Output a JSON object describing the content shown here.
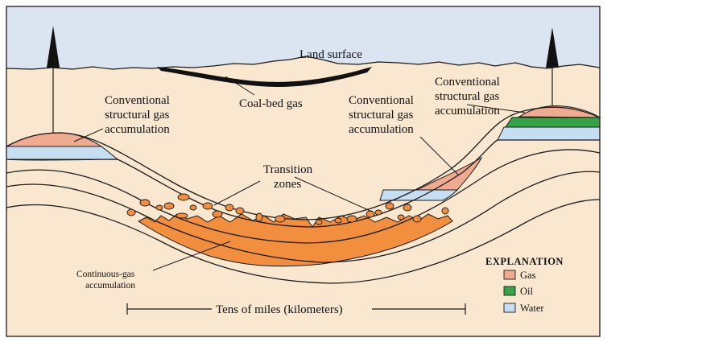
{
  "colors": {
    "sky": "#dbe5f2",
    "ground": "#fae7cf",
    "gas": "#efab8f",
    "oil": "#35a447",
    "water": "#c6def1",
    "continuous_gas": "#f28f3f",
    "coal": "#111111",
    "outline": "#1a1a1a"
  },
  "labels": {
    "land_surface": "Land surface",
    "coal_bed_gas": "Coal-bed gas",
    "conv_left": [
      "Conventional",
      "structural gas",
      "accumulation"
    ],
    "conv_middle": [
      "Conventional",
      "structural gas",
      "accumulation"
    ],
    "conv_right": [
      "Conventional",
      "structural gas",
      "accumulation"
    ],
    "transition": [
      "Transition",
      "zones"
    ],
    "continuous": [
      "Continuous-gas",
      "accumulation"
    ],
    "scale": "Tens of miles (kilometers)"
  },
  "legend": {
    "title": "EXPLANATION",
    "items": [
      {
        "label": "Gas",
        "color": "#efab8f"
      },
      {
        "label": "Oil",
        "color": "#35a447"
      },
      {
        "label": "Water",
        "color": "#c6def1"
      }
    ]
  }
}
